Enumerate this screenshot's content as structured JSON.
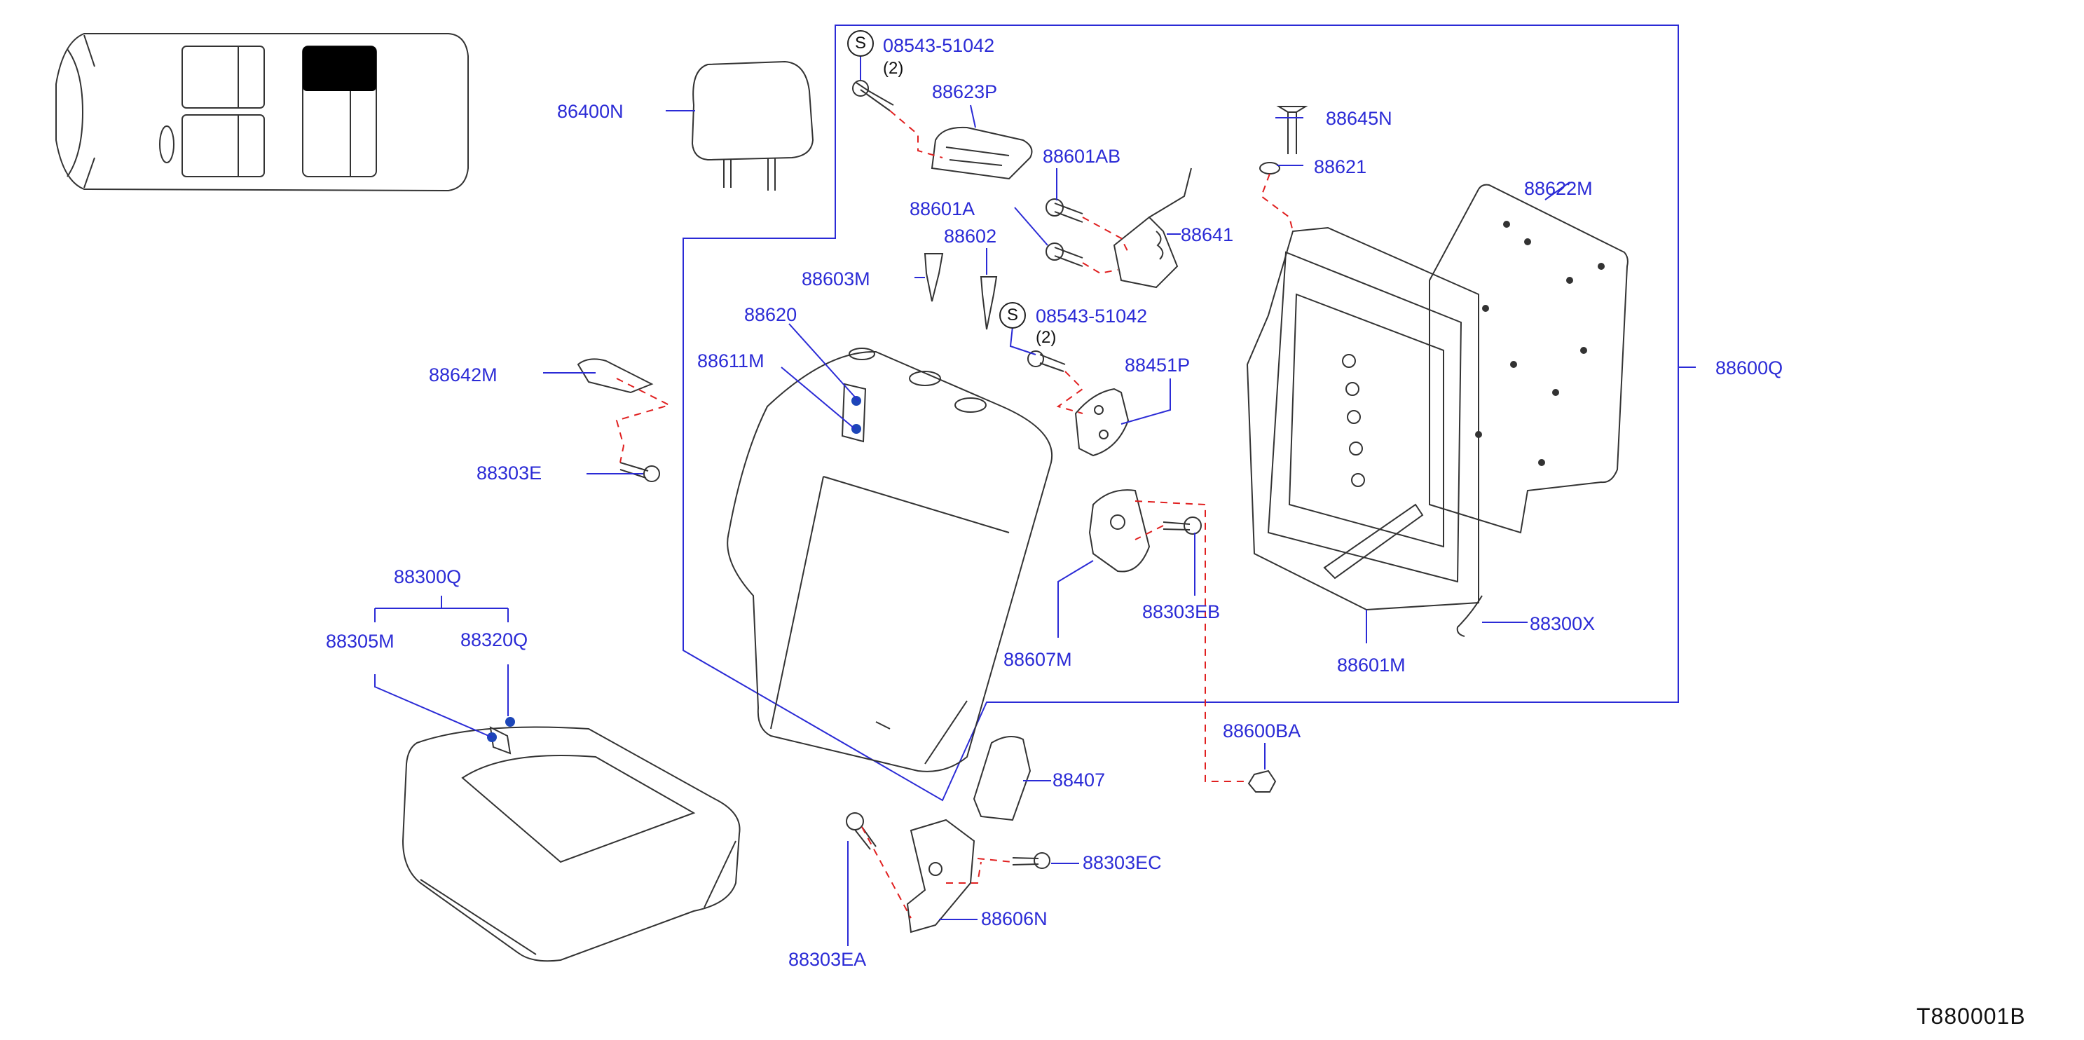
{
  "diagram_code": "T880001B",
  "standard_part_marker": "S",
  "parts": {
    "p86400N": "86400N",
    "p08543_51042_a": "08543-51042",
    "qty_a": "(2)",
    "p88623P": "88623P",
    "p88645N": "88645N",
    "p88621": "88621",
    "p88622M": "88622M",
    "p88601AB": "88601AB",
    "p88601A": "88601A",
    "p88641": "88641",
    "p88602": "88602",
    "p88603M": "88603M",
    "p08543_51042_b": "08543-51042",
    "qty_b": "(2)",
    "p88620": "88620",
    "p88611M": "88611M",
    "p88642M": "88642M",
    "p88451P": "88451P",
    "p88600Q": "88600Q",
    "p88303E": "88303E",
    "p88303EB": "88303EB",
    "p88300Q": "88300Q",
    "p88305M": "88305M",
    "p88320Q": "88320Q",
    "p88300X": "88300X",
    "p88607M": "88607M",
    "p88601M": "88601M",
    "p88600BA": "88600BA",
    "p88407": "88407",
    "p88303EC": "88303EC",
    "p88606N": "88606N",
    "p88303EA": "88303EA"
  },
  "colors": {
    "label": "#2b2bd6",
    "leader": "#2b2bd6",
    "dashed": "#e02020",
    "outline": "#333333",
    "highlight": "#000000"
  }
}
